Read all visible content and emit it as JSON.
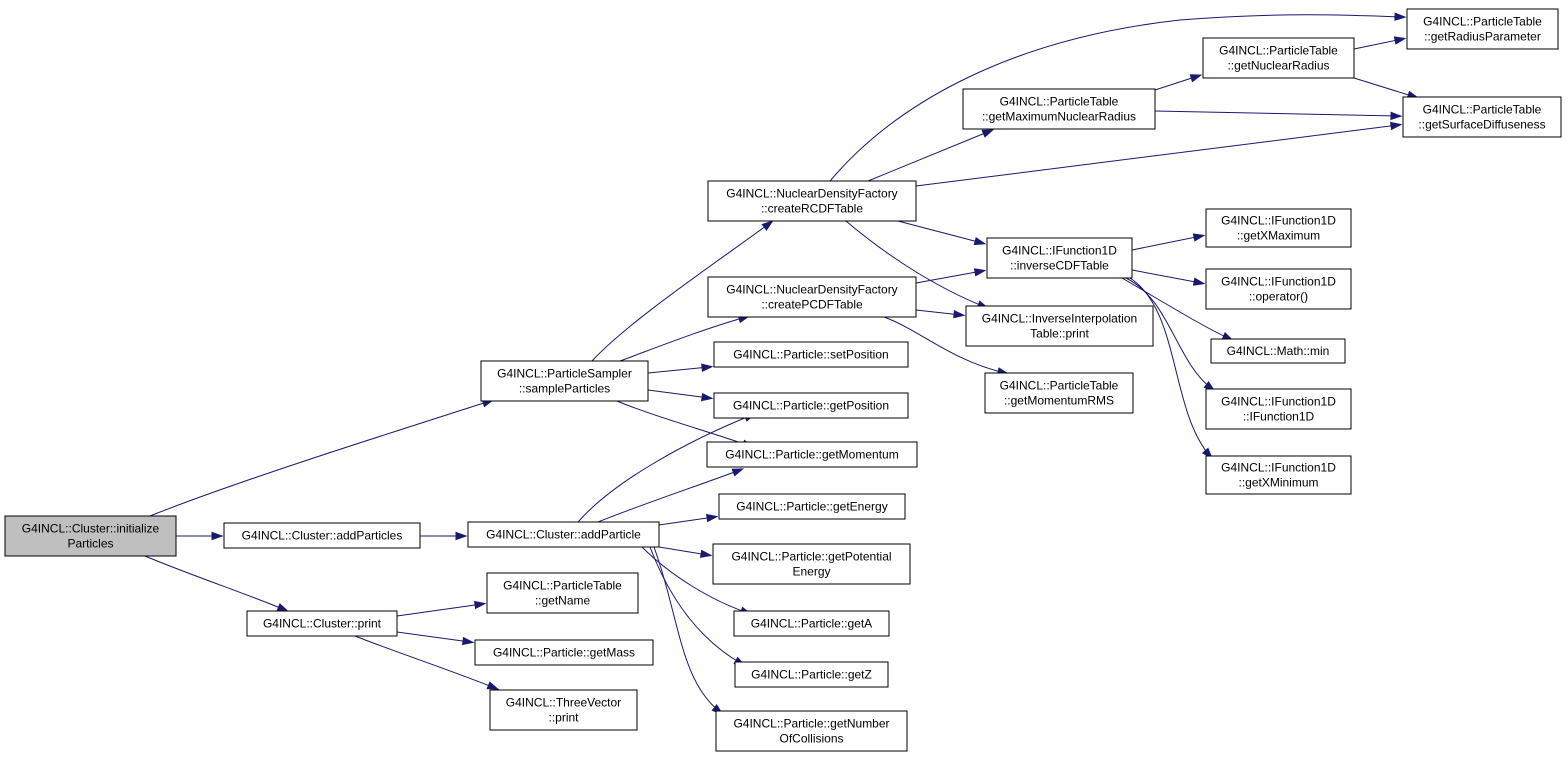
{
  "nodes": [
    {
      "id": "initializeParticles",
      "lines": [
        "G4INCL::Cluster::initialize",
        "Particles"
      ],
      "root": true
    },
    {
      "id": "addParticles",
      "lines": [
        "G4INCL::Cluster::addParticles"
      ]
    },
    {
      "id": "clusterPrint",
      "lines": [
        "G4INCL::Cluster::print"
      ]
    },
    {
      "id": "sampleParticles",
      "lines": [
        "G4INCL::ParticleSampler",
        "::sampleParticles"
      ]
    },
    {
      "id": "addParticle",
      "lines": [
        "G4INCL::Cluster::addParticle"
      ]
    },
    {
      "id": "tableGetName",
      "lines": [
        "G4INCL::ParticleTable",
        "::getName"
      ]
    },
    {
      "id": "getMass",
      "lines": [
        "G4INCL::Particle::getMass"
      ]
    },
    {
      "id": "threeVectorPrint",
      "lines": [
        "G4INCL::ThreeVector",
        "::print"
      ]
    },
    {
      "id": "createRCDFTable",
      "lines": [
        "G4INCL::NuclearDensityFactory",
        "::createRCDFTable"
      ]
    },
    {
      "id": "createPCDFTable",
      "lines": [
        "G4INCL::NuclearDensityFactory",
        "::createPCDFTable"
      ]
    },
    {
      "id": "setPosition",
      "lines": [
        "G4INCL::Particle::setPosition"
      ]
    },
    {
      "id": "getPosition",
      "lines": [
        "G4INCL::Particle::getPosition"
      ]
    },
    {
      "id": "getMomentum",
      "lines": [
        "G4INCL::Particle::getMomentum"
      ]
    },
    {
      "id": "getEnergy",
      "lines": [
        "G4INCL::Particle::getEnergy"
      ]
    },
    {
      "id": "getPotentialEnergy",
      "lines": [
        "G4INCL::Particle::getPotential",
        "Energy"
      ]
    },
    {
      "id": "getA",
      "lines": [
        "G4INCL::Particle::getA"
      ]
    },
    {
      "id": "getZ",
      "lines": [
        "G4INCL::Particle::getZ"
      ]
    },
    {
      "id": "getNumberOfCollisions",
      "lines": [
        "G4INCL::Particle::getNumber",
        "OfCollisions"
      ]
    },
    {
      "id": "getMaximumNuclearRadius",
      "lines": [
        "G4INCL::ParticleTable",
        "::getMaximumNuclearRadius"
      ]
    },
    {
      "id": "getNuclearRadius",
      "lines": [
        "G4INCL::ParticleTable",
        "::getNuclearRadius"
      ]
    },
    {
      "id": "getRadiusParameter",
      "lines": [
        "G4INCL::ParticleTable",
        "::getRadiusParameter"
      ]
    },
    {
      "id": "getSurfaceDiffuseness",
      "lines": [
        "G4INCL::ParticleTable",
        "::getSurfaceDiffuseness"
      ]
    },
    {
      "id": "inverseCDFTable",
      "lines": [
        "G4INCL::IFunction1D",
        "::inverseCDFTable"
      ]
    },
    {
      "id": "interpolationPrint",
      "lines": [
        "G4INCL::InverseInterpolation",
        "Table::print"
      ]
    },
    {
      "id": "getMomentumRMS",
      "lines": [
        "G4INCL::ParticleTable",
        "::getMomentumRMS"
      ]
    },
    {
      "id": "getXMaximum",
      "lines": [
        "G4INCL::IFunction1D",
        "::getXMaximum"
      ]
    },
    {
      "id": "operatorCall",
      "lines": [
        "G4INCL::IFunction1D",
        "::operator()"
      ]
    },
    {
      "id": "mathMin",
      "lines": [
        "G4INCL::Math::min"
      ]
    },
    {
      "id": "iFunction1D",
      "lines": [
        "G4INCL::IFunction1D",
        "::IFunction1D"
      ]
    },
    {
      "id": "getXMinimum",
      "lines": [
        "G4INCL::IFunction1D",
        "::getXMinimum"
      ]
    }
  ]
}
